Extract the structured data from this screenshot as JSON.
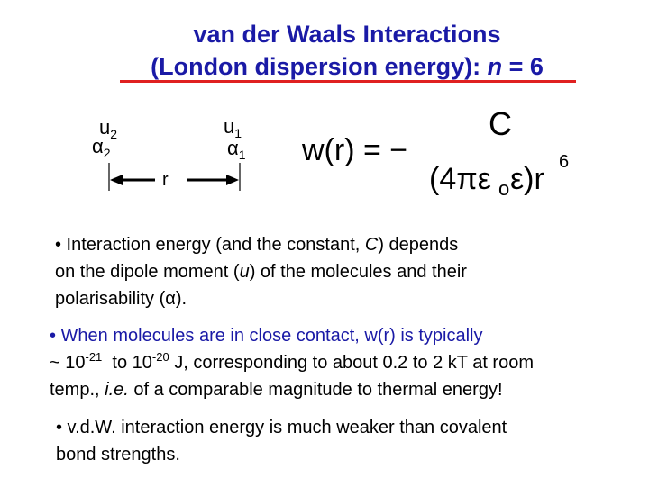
{
  "title": {
    "line1": "van der Waals Interactions",
    "line2_text": "(London dispersion energy): ",
    "line2_n": "n",
    "line2_eq": " = 6"
  },
  "colors": {
    "title": "#1a1aa6",
    "rule": "#e02020",
    "highlight_bullet": "#1a1aa6"
  },
  "diagram": {
    "u_left": "u",
    "u_left_sub": "2",
    "alpha_left": "α",
    "alpha_left_sub": "2",
    "u_right": "u",
    "u_right_sub": "1",
    "alpha_right": "α",
    "alpha_right_sub": "1",
    "r_label": "r"
  },
  "formula": {
    "lhs": "w(r) = −",
    "numerator": "C",
    "denominator": "(4πε",
    "den_sub": "o",
    "den_eps": "ε)r",
    "exponent": "6"
  },
  "bullets": {
    "b1_line1": "• Interaction energy (and the constant, ",
    "b1_C": "C",
    "b1_line1_end": ") depends",
    "b1_line2_a": "on the dipole moment (",
    "b1_u": "u",
    "b1_line2_b": ") of the molecules and their",
    "b1_line3": "polarisability (α).",
    "b2_line1": "• When molecules are in close contact, w(r) is typically",
    "b2_l2_a": "~ 10",
    "b2_exp1": "-21",
    "b2_l2_b": "  to 10",
    "b2_exp2": "-20",
    "b2_l2_c": " J, corresponding to about 0.2 to 2 kT at room",
    "b2_l3_a": "temp., ",
    "b2_ie": "i.e.",
    "b2_l3_b": " of a comparable magnitude to thermal energy!",
    "b3_line1": "• v.d.W. interaction energy is much weaker than covalent",
    "b3_line2": "bond strengths."
  }
}
